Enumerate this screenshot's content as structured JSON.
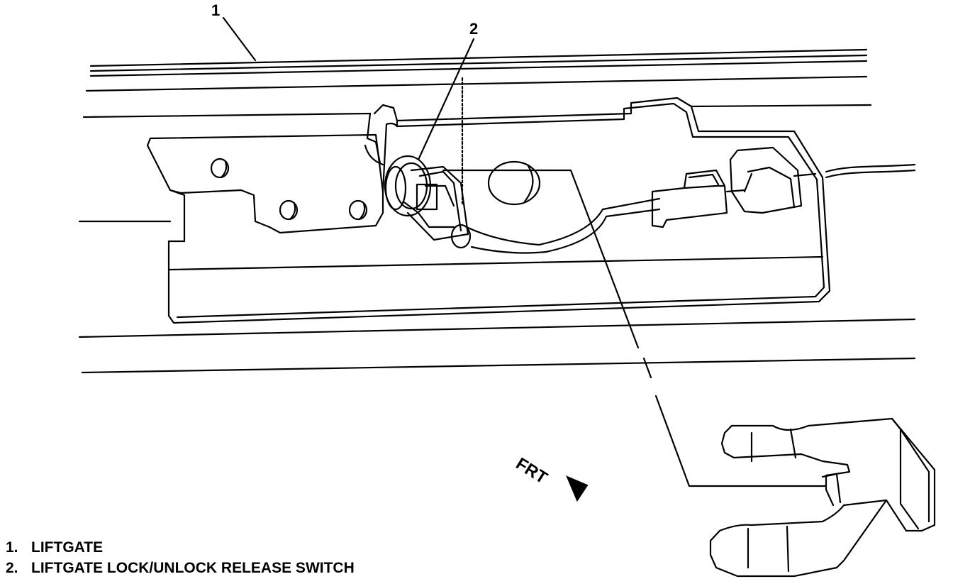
{
  "callouts": [
    {
      "number": "1"
    },
    {
      "number": "2"
    }
  ],
  "direction_label": "FRT",
  "legend": [
    {
      "number": "1.",
      "label": "LIFTGATE"
    },
    {
      "number": "2.",
      "label": "LIFTGATE LOCK/UNLOCK RELEASE SWITCH"
    }
  ]
}
